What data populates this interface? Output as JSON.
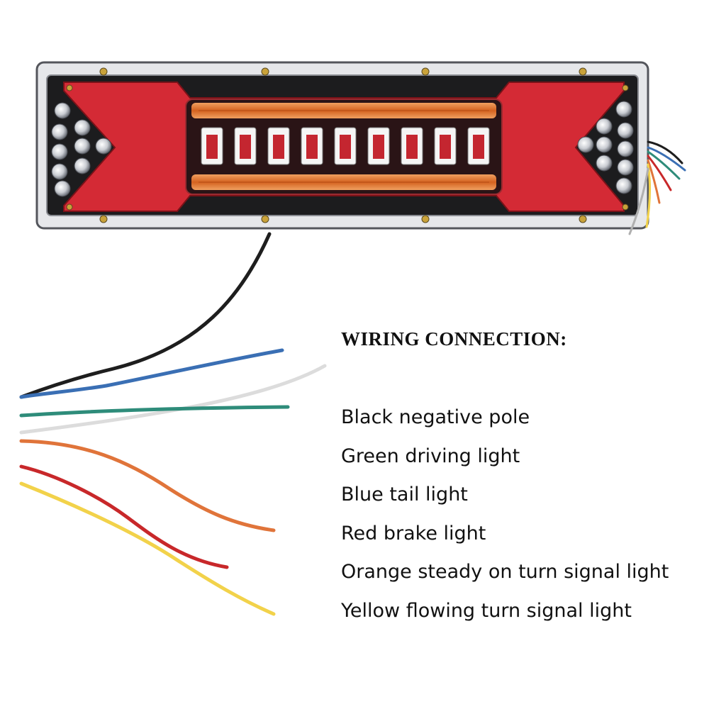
{
  "heading": "WIRING CONNECTION:",
  "wires": [
    {
      "label": "Black negative pole",
      "color": "#1e1e1e"
    },
    {
      "label": "Green driving light",
      "color": "#2e8c7a"
    },
    {
      "label": "Blue tail light",
      "color": "#3a6fb4"
    },
    {
      "label": "Red brake light",
      "color": "#c8282a"
    },
    {
      "label": "Orange steady on turn signal light",
      "color": "#e0743a"
    },
    {
      "label": "Yellow flowing turn signal light",
      "color": "#f2d24a"
    }
  ],
  "lamp_colors": {
    "housing_red": "#d42a35",
    "amber_led": "#e0782a",
    "clear_lens": "#e8e8ec"
  }
}
